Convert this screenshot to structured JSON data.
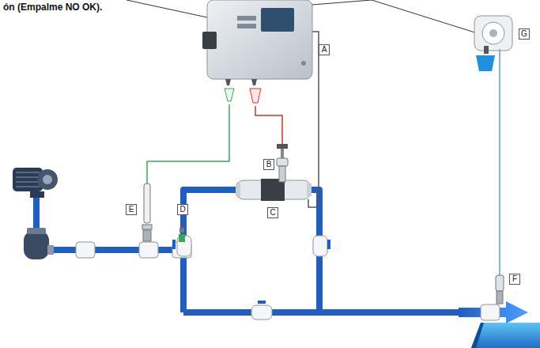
{
  "diagram": {
    "nodes": [
      {
        "text": [
          "A"
        ]
      },
      {
        "text": [
          "B"
        ]
      },
      {
        "text": [
          "C"
        ]
      },
      {
        "text": [
          "D"
        ]
      },
      {
        "text": [
          "E"
        ]
      },
      {
        "text": [
          "F"
        ]
      },
      {
        "text": [
          "G"
        ]
      }
    ],
    "labels": [
      "ón (Empalme NO OK)."
    ]
  }
}
